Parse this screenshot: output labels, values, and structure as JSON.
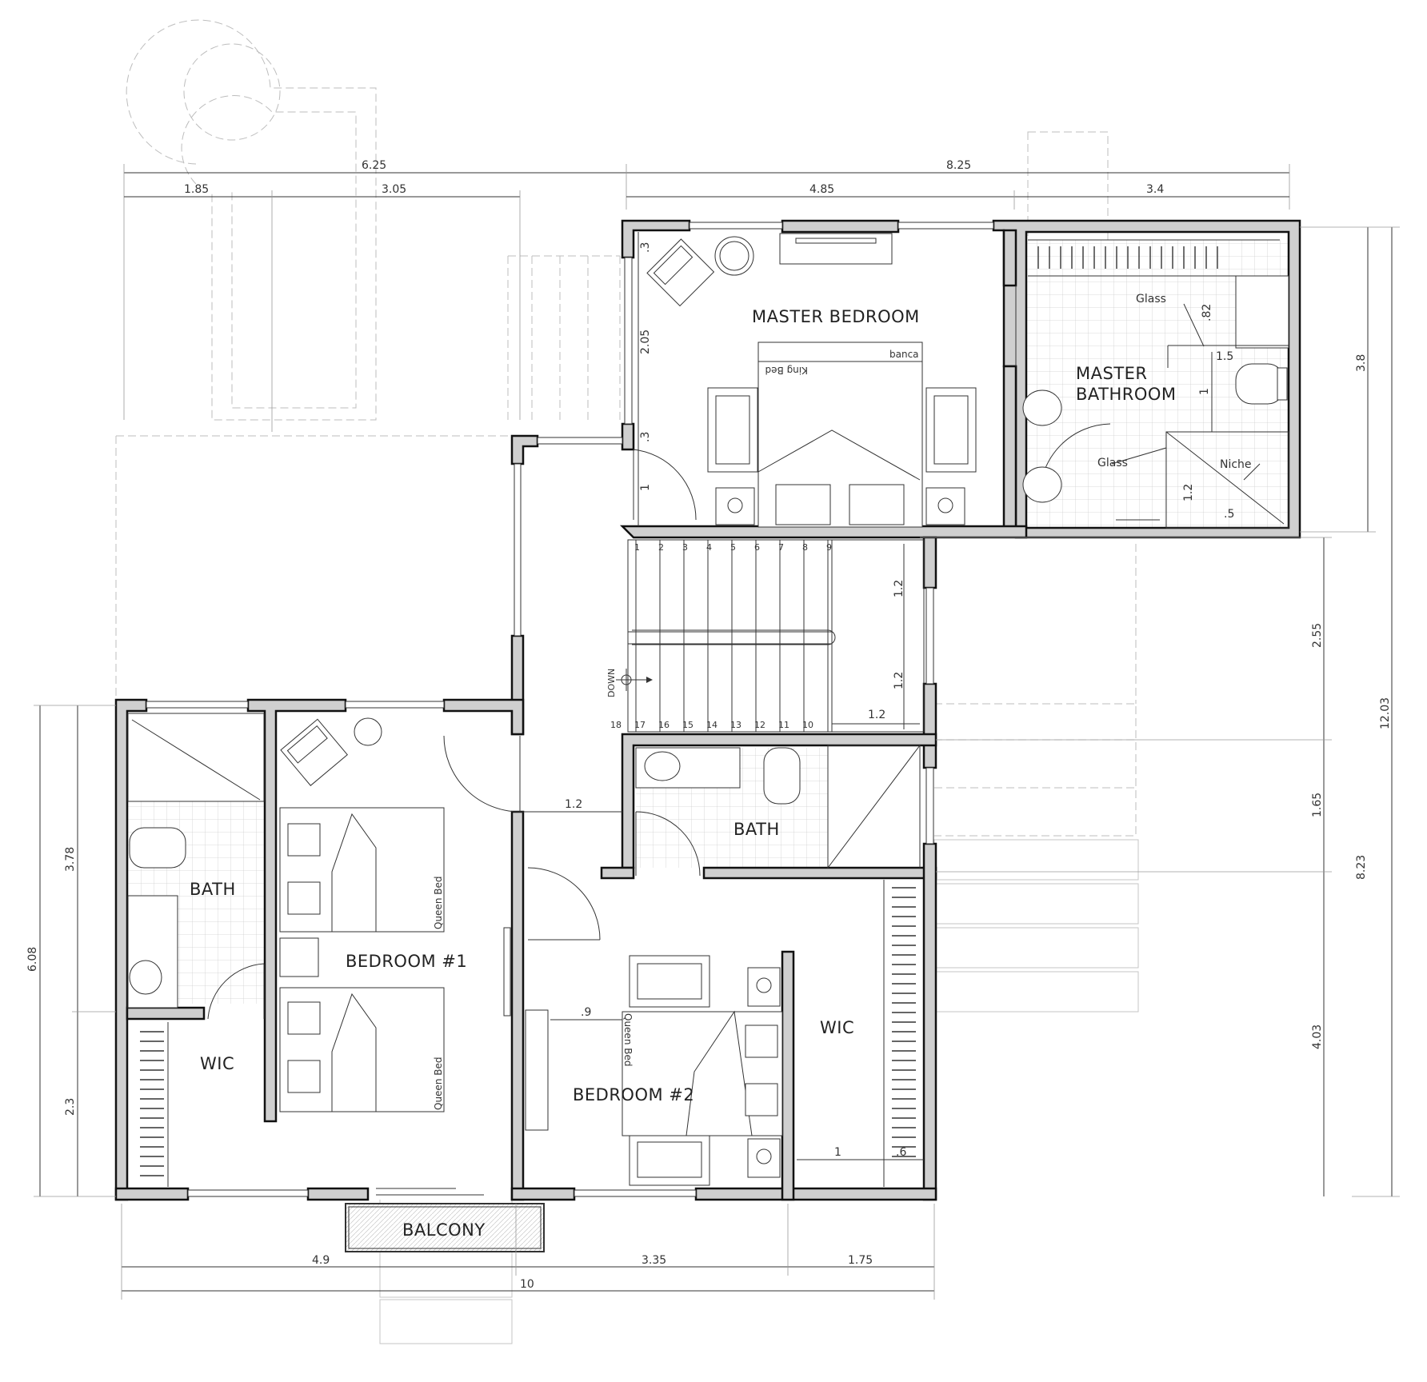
{
  "rooms": {
    "master_bedroom": "MASTER BEDROOM",
    "master_bathroom_line1": "MASTER",
    "master_bathroom_line2": "BATHROOM",
    "bath_center": "BATH",
    "bath_left": "BATH",
    "bedroom1": "BEDROOM #1",
    "bedroom2": "BEDROOM #2",
    "wic_left": "WIC",
    "wic_right": "WIC",
    "balcony": "BALCONY"
  },
  "labels": {
    "banca": "banca",
    "king_bed": "King Bed",
    "queen_bed": "Queen Bed",
    "glass": "Glass",
    "niche": "Niche",
    "down": "DOWN"
  },
  "stairs": {
    "upper": [
      "1",
      "2",
      "3",
      "4",
      "5",
      "6",
      "7",
      "8",
      "9"
    ],
    "lower": [
      "18",
      "17",
      "16",
      "15",
      "14",
      "13",
      "12",
      "11",
      "10"
    ]
  },
  "dimensions": {
    "top_total_left": "6.25",
    "top_total_right": "8.25",
    "top_1_85": "1.85",
    "top_3_05": "3.05",
    "top_4_85": "4.85",
    "top_3_4": "3.4",
    "mb_left_3": ".3",
    "mb_left_2_05": "2.05",
    "mb_left_3b": ".3",
    "mb_door_1": "1",
    "mbath_82": ".82",
    "mbath_1_5": "1.5",
    "mbath_1": "1",
    "mbath_1_2": "1.2",
    "mbath_5": ".5",
    "stair_1_2_upper": "1.2",
    "stair_1_2_lower": "1.2",
    "stair_1_2_width": "1.2",
    "hall_1_2": "1.2",
    "bed2_9": ".9",
    "wic_1": "1",
    "wic_6": ".6",
    "left_6_08": "6.08",
    "left_3_78": "3.78",
    "left_2_3": "2.3",
    "right_3_8": "3.8",
    "right_2_55": "2.55",
    "right_1_65": "1.65",
    "right_4_03": "4.03",
    "right_12_03": "12.03",
    "right_8_23": "8.23",
    "bottom_4_9": "4.9",
    "bottom_3_35": "3.35",
    "bottom_1_75": "1.75",
    "bottom_10": "10"
  },
  "colors": {
    "wall_fill": "#cfcfcf",
    "wall_stroke": "#111111",
    "line": "#333333",
    "ghost": "#bdbdbd"
  }
}
